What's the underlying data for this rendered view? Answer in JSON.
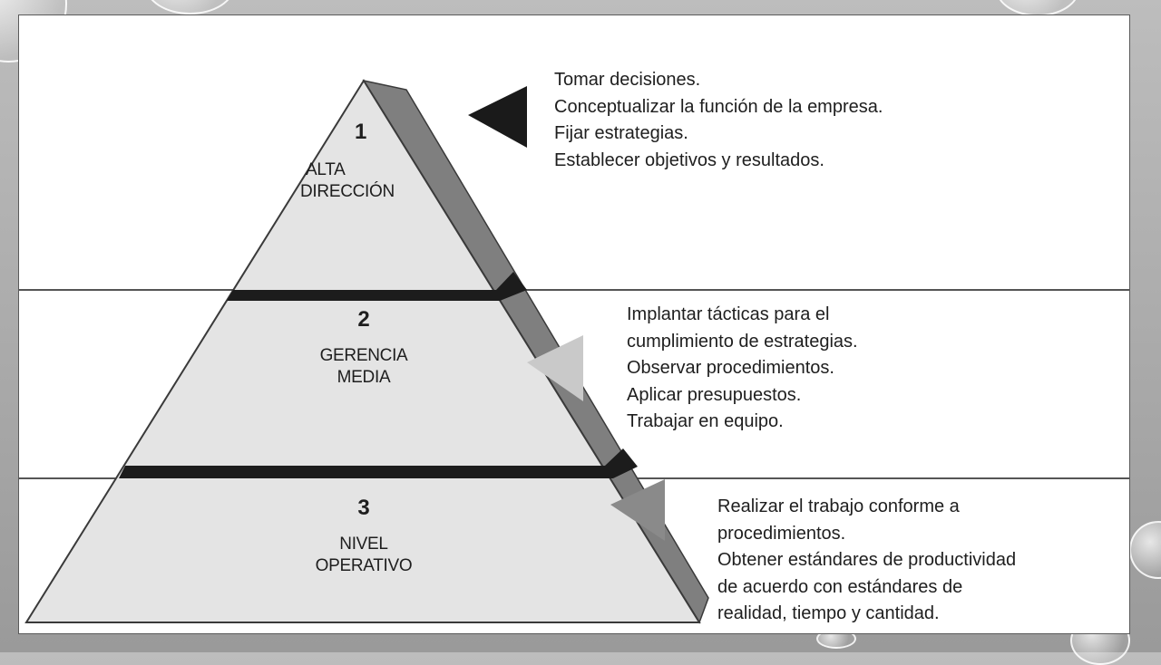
{
  "levels": [
    {
      "number": "1",
      "name_lines": [
        "ALTA",
        "DIRECCIÓN"
      ],
      "description_lines": [
        "Tomar decisiones.",
        "Conceptualizar la función de la empresa.",
        "Fijar estrategias.",
        "Establecer objetivos y resultados."
      ]
    },
    {
      "number": "2",
      "name_lines": [
        "GERENCIA",
        "MEDIA"
      ],
      "description_lines": [
        "Implantar tácticas para el",
        "cumplimiento de estrategias.",
        "Observar procedimientos.",
        "Aplicar presupuestos.",
        "Trabajar en equipo."
      ]
    },
    {
      "number": "3",
      "name_lines": [
        "NIVEL",
        "OPERATIVO"
      ],
      "description_lines": [
        "Realizar el trabajo conforme a",
        "procedimientos.",
        "Obtener estándares de productividad",
        "de acuerdo con estándares de",
        "realidad, tiempo y cantidad."
      ]
    }
  ],
  "colors": {
    "pyramid_fill": "#e4e4e4",
    "side_fill": "#7f7f7f",
    "band": "#1c1c1c",
    "outline": "#3a3a3a",
    "arrow_dark": "#1a1a1a",
    "arrow_light": "#c9c9c9",
    "arrow_mid": "#8a8a8a"
  }
}
